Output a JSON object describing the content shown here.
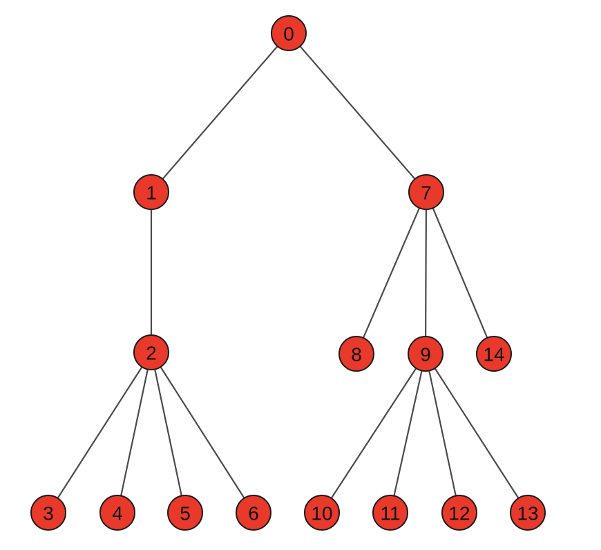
{
  "colors": {
    "node_fill": "#e8392b",
    "node_stroke": "#1a1a1a",
    "edge": "#4a4a4a",
    "label": "#111111"
  },
  "nodes": [
    {
      "id": "0",
      "label": "0"
    },
    {
      "id": "1",
      "label": "1"
    },
    {
      "id": "2",
      "label": "2"
    },
    {
      "id": "3",
      "label": "3"
    },
    {
      "id": "4",
      "label": "4"
    },
    {
      "id": "5",
      "label": "5"
    },
    {
      "id": "6",
      "label": "6"
    },
    {
      "id": "7",
      "label": "7"
    },
    {
      "id": "8",
      "label": "8"
    },
    {
      "id": "9",
      "label": "9"
    },
    {
      "id": "10",
      "label": "10"
    },
    {
      "id": "11",
      "label": "11"
    },
    {
      "id": "12",
      "label": "12"
    },
    {
      "id": "13",
      "label": "13"
    },
    {
      "id": "14",
      "label": "14"
    }
  ],
  "edges": [
    {
      "from": "0",
      "to": "1"
    },
    {
      "from": "0",
      "to": "7"
    },
    {
      "from": "1",
      "to": "2"
    },
    {
      "from": "2",
      "to": "3"
    },
    {
      "from": "2",
      "to": "4"
    },
    {
      "from": "2",
      "to": "5"
    },
    {
      "from": "2",
      "to": "6"
    },
    {
      "from": "7",
      "to": "8"
    },
    {
      "from": "7",
      "to": "9"
    },
    {
      "from": "7",
      "to": "14"
    },
    {
      "from": "9",
      "to": "10"
    },
    {
      "from": "9",
      "to": "11"
    },
    {
      "from": "9",
      "to": "12"
    },
    {
      "from": "9",
      "to": "13"
    }
  ]
}
